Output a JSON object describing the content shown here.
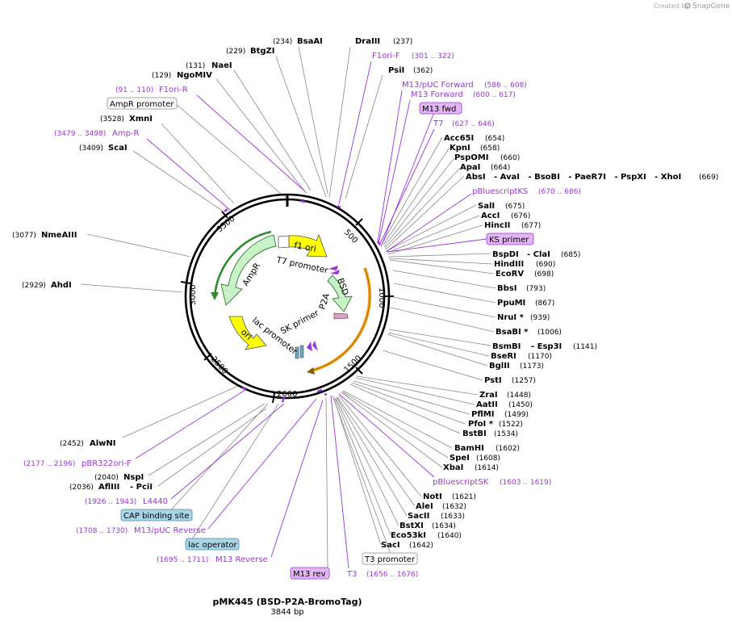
{
  "header": {
    "credit_prefix": "Created by",
    "brand": "SnapGene"
  },
  "plasmid": {
    "name": "pMK445 (BSD-P2A-BromoTag)",
    "size_label": "3844 bp"
  },
  "ticks": [
    "500",
    "1000",
    "1500",
    "2000",
    "2500",
    "3000",
    "3500"
  ],
  "features": [
    {
      "label": "f1 ori",
      "color": "#ffff00"
    },
    {
      "label": "T7 promoter",
      "color": "#ffffff"
    },
    {
      "label": "BSD",
      "color": "#c9f2c8"
    },
    {
      "label": "P2A",
      "color": "#d7a6c4"
    },
    {
      "label": "SK primer",
      "color": "#ffffff"
    },
    {
      "label": "lac promoter",
      "color": "#ffffff"
    },
    {
      "label": "ori",
      "color": "#ffff00"
    },
    {
      "label": "AmpR",
      "color": "#c9f2c8"
    }
  ],
  "enzymes_top": [
    {
      "pos": "(234)",
      "name": "BsaAI"
    },
    {
      "name": "DraIII",
      "pos": "(237)"
    },
    {
      "pos": "(229)",
      "name": "BtgZI"
    },
    {
      "name": "PsiI",
      "pos": "(362)"
    },
    {
      "pos": "(131)",
      "name": "NaeI"
    },
    {
      "pos": "(129)",
      "name": "NgoMIV"
    }
  ],
  "enzymes_left": [
    {
      "pos": "(3528)",
      "name": "XmnI"
    },
    {
      "pos": "(3409)",
      "name": "ScaI"
    },
    {
      "pos": "(3077)",
      "name": "NmeAIII"
    },
    {
      "pos": "(2929)",
      "name": "AhdI"
    },
    {
      "pos": "(2452)",
      "name": "AlwNI"
    },
    {
      "pos": "(2040)",
      "name": "NspI"
    },
    {
      "pos": "(2036)",
      "name": "AflIII",
      "extra": "- PciI"
    }
  ],
  "enzymes_right": [
    {
      "name": "Acc65I",
      "pos": "(654)"
    },
    {
      "name": "KpnI",
      "pos": "(658)"
    },
    {
      "name": "PspOMI",
      "pos": "(660)"
    },
    {
      "name": "ApaI",
      "pos": "(664)"
    },
    {
      "name": "AbsI",
      "extra": "- AvaI   - BsoBI   - PaeR7I   - PspXI   - XhoI",
      "pos": "(669)"
    },
    {
      "name": "SalI",
      "pos": "(675)"
    },
    {
      "name": "AccI",
      "pos": "(676)"
    },
    {
      "name": "HincII",
      "pos": "(677)"
    },
    {
      "name": "BspDI",
      "extra": "- ClaI",
      "pos": "(685)"
    },
    {
      "name": "HindIII",
      "pos": "(690)"
    },
    {
      "name": "EcoRV",
      "pos": "(698)"
    },
    {
      "name": "BbsI",
      "pos": "(793)"
    },
    {
      "name": "PpuMI",
      "pos": "(867)"
    },
    {
      "name": "NruI *",
      "pos": "(939)"
    },
    {
      "name": "BsaBI *",
      "pos": "(1006)"
    },
    {
      "name": "BsmBI",
      "extra": "- Esp3I",
      "pos": "(1141)"
    },
    {
      "name": "BseRI",
      "pos": "(1170)"
    },
    {
      "name": "BglII",
      "pos": "(1173)"
    },
    {
      "name": "PstI",
      "pos": "(1257)"
    },
    {
      "name": "ZraI",
      "pos": "(1448)"
    },
    {
      "name": "AatII",
      "pos": "(1450)"
    },
    {
      "name": "PflMI",
      "pos": "(1499)"
    },
    {
      "name": "PfoI *",
      "pos": "(1522)"
    },
    {
      "name": "BstBI",
      "pos": "(1534)"
    },
    {
      "name": "BamHI",
      "pos": "(1602)"
    },
    {
      "name": "SpeI",
      "pos": "(1608)"
    },
    {
      "name": "XbaI",
      "pos": "(1614)"
    }
  ],
  "enzymes_bottom": [
    {
      "name": "NotI",
      "pos": "(1621)"
    },
    {
      "name": "AleI",
      "pos": "(1632)"
    },
    {
      "name": "SacII",
      "pos": "(1633)"
    },
    {
      "name": "BstXI",
      "pos": "(1634)"
    },
    {
      "name": "Eco53kI",
      "pos": "(1640)"
    },
    {
      "name": "SacI",
      "pos": "(1642)"
    }
  ],
  "primers": [
    {
      "name": "F1ori-F",
      "range": "(301 .. 322)"
    },
    {
      "name": "M13/pUC Forward",
      "range": "(586 .. 608)"
    },
    {
      "name": "M13 Forward",
      "range": "(600 .. 617)"
    },
    {
      "name": "T7",
      "range": "(627 .. 646)"
    },
    {
      "name": "pBluescriptKS",
      "range": "(670 .. 686)"
    },
    {
      "range": "(91 .. 110)",
      "name": "F1ori-R"
    },
    {
      "range": "(3479 .. 3498)",
      "name": "Amp-R"
    },
    {
      "range": "(2177 .. 2196)",
      "name": "pBR322ori-F"
    },
    {
      "range": "(1926 .. 1943)",
      "name": "L4440"
    },
    {
      "range": "(1708 .. 1730)",
      "name": "M13/pUC Reverse"
    },
    {
      "range": "(1695 .. 1711)",
      "name": "M13 Reverse"
    },
    {
      "name": "pBluescriptSK",
      "range": "(1603 .. 1619)"
    },
    {
      "name": "T3",
      "range": "(1656 .. 1676)"
    }
  ],
  "boxed_labels": [
    {
      "text": "AmpR promoter",
      "style": "plain"
    },
    {
      "text": "M13 fwd",
      "style": "primer"
    },
    {
      "text": "KS primer",
      "style": "primer"
    },
    {
      "text": "CAP binding site",
      "style": "blue"
    },
    {
      "text": "lac operator",
      "style": "blue"
    },
    {
      "text": "T3 promoter",
      "style": "plain"
    },
    {
      "text": "M13 rev",
      "style": "primer"
    }
  ],
  "colors": {
    "primer": "#9a34d8",
    "primer_box": "#e2b6f3",
    "blue_box": "#a9d5e6",
    "leader": "#888888",
    "backbone": "#000000",
    "orange_feature": "#f5a623"
  }
}
